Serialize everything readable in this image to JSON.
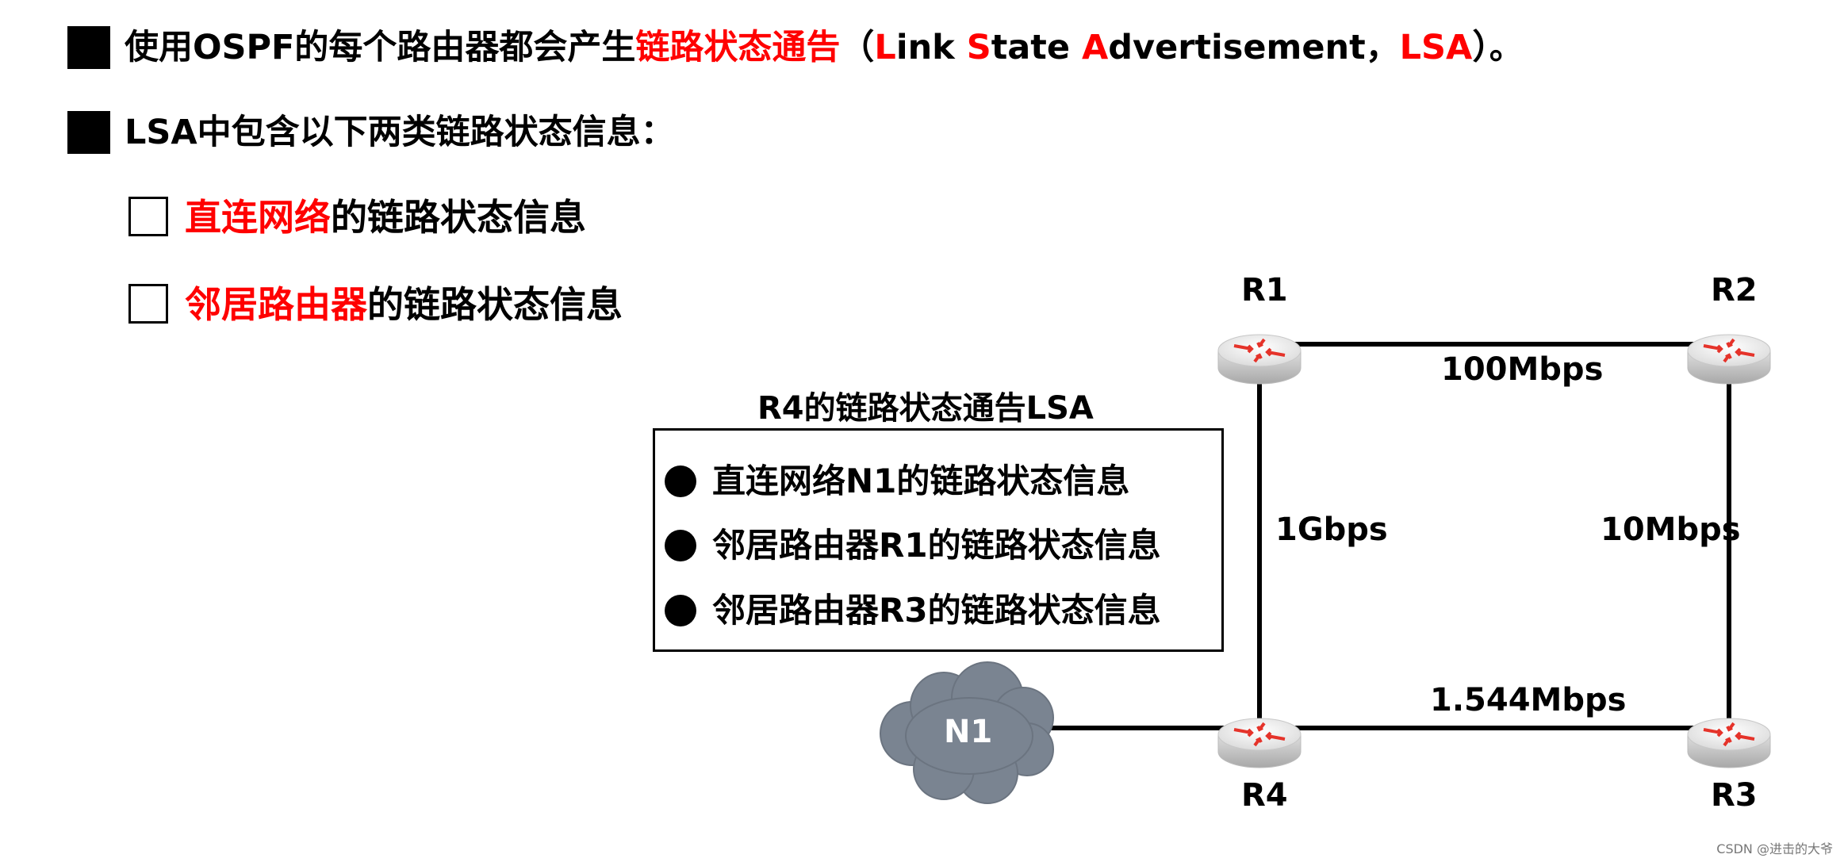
{
  "heading1": {
    "part1": "使用OSPF的每个路由器都会产生",
    "part2_red": "链路状态通告",
    "part3": "（",
    "L": "L",
    "ink": "ink ",
    "S": "S",
    "tate": "tate ",
    "A": "A",
    "dvertisement": "dvertisement，",
    "LSA": "LSA",
    "end": "）。"
  },
  "heading2": "LSA中包含以下两类链路状态信息：",
  "sub_items": [
    {
      "red": "直连网络",
      "rest": "的链路状态信息"
    },
    {
      "red": "邻居路由器",
      "rest": "的链路状态信息"
    }
  ],
  "lsa_box": {
    "title": "R4的链路状态通告LSA",
    "items": [
      "直连网络N1的链路状态信息",
      "邻居路由器R1的链路状态信息",
      "邻居路由器R3的链路状态信息"
    ]
  },
  "routers": {
    "r1": "R1",
    "r2": "R2",
    "r3": "R3",
    "r4": "R4"
  },
  "network": "N1",
  "links": {
    "r1_r2": "100Mbps",
    "r1_r4": "1Gbps",
    "r2_r3": "10Mbps",
    "r4_r3": "1.544Mbps"
  },
  "watermark": "CSDN @进击的大爷",
  "colors": {
    "accent_red": "#ff0000",
    "cloud": "#7a8491"
  }
}
